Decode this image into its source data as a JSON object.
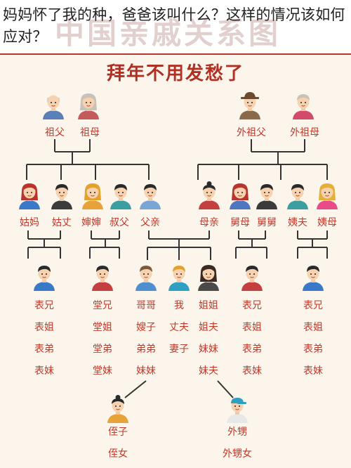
{
  "headline": "妈妈怀了我的种，爸爸该叫什么？这样的情况该如何应对？",
  "watermark": "中国亲戚关系图",
  "poster_title": "拜年不用发愁了",
  "grandparents": {
    "paternal_grandfather": "祖父",
    "paternal_grandmother": "祖母",
    "maternal_grandfather": "外祖父",
    "maternal_grandmother": "外祖母"
  },
  "parents_row": {
    "aunt_paternal": "姑妈",
    "aunt_husband": "姑丈",
    "uncle_wife": "婶婶",
    "uncle": "叔父",
    "father": "父亲",
    "mother": "母亲",
    "maternal_uncle_wife": "舅母",
    "maternal_uncle": "舅舅",
    "maternal_aunt_husband": "姨夫",
    "maternal_aunt": "姨母"
  },
  "cousins_left": [
    "表兄",
    "表姐",
    "表弟",
    "表妹"
  ],
  "cousins_tang": [
    "堂兄",
    "堂姐",
    "堂弟",
    "堂妹"
  ],
  "siblings_brother": [
    "哥哥",
    "嫂子",
    "弟弟",
    "妹妹"
  ],
  "siblings_me": [
    "我",
    "丈夫",
    "妻子"
  ],
  "siblings_sister": [
    "姐姐",
    "姐夫",
    "妹妹",
    "妹夫"
  ],
  "cousins_maternal_uncle": [
    "表兄",
    "表姐",
    "表弟",
    "表妹"
  ],
  "cousins_maternal_aunt": [
    "表兄",
    "表姐",
    "表弟",
    "表妹"
  ],
  "next_gen_left": [
    "侄子",
    "侄女"
  ],
  "next_gen_right": [
    "外甥",
    "外甥女"
  ],
  "colors": {
    "accent": "#c0392b",
    "title": "#b03024",
    "line": "#333333",
    "card": "#fbf5ec",
    "watermark": "#c9aaa5"
  },
  "avatars": [
    {
      "who": "paternal-grandfather",
      "shirt": "#5b7fb8",
      "hair": "#d9d2c8",
      "style": "bald"
    },
    {
      "who": "paternal-grandmother",
      "shirt": "#c45a5a",
      "hair": "#c9c2b8",
      "style": "long"
    },
    {
      "who": "maternal-grandfather",
      "shirt": "#8a6a4a",
      "hair": "#6b4a2e",
      "style": "hat"
    },
    {
      "who": "maternal-grandmother",
      "shirt": "#d24b6a",
      "hair": "#c9c2b8",
      "style": "short"
    },
    {
      "who": "aunt-paternal",
      "shirt": "#3a78c8",
      "hair": "#b8342c",
      "style": "long"
    },
    {
      "who": "aunt-husband",
      "shirt": "#3b3b3b",
      "hair": "#2a2a2a",
      "style": "short"
    },
    {
      "who": "uncle-wife",
      "shirt": "#e8a23a",
      "hair": "#e3a22e",
      "style": "long"
    },
    {
      "who": "uncle",
      "shirt": "#3b9ea0",
      "hair": "#2a2a2a",
      "style": "short"
    },
    {
      "who": "father",
      "shirt": "#7aa6d6",
      "hair": "#2a2a2a",
      "style": "short"
    },
    {
      "who": "mother",
      "shirt": "#c43f3f",
      "hair": "#2a2a2a",
      "style": "bun"
    },
    {
      "who": "maternal-uncle-wife",
      "shirt": "#4f77c0",
      "hair": "#b8342c",
      "style": "long"
    },
    {
      "who": "maternal-uncle",
      "shirt": "#3b3b3b",
      "hair": "#2a2a2a",
      "style": "short"
    },
    {
      "who": "maternal-aunt-husband",
      "shirt": "#3b9ea0",
      "hair": "#2a2a2a",
      "style": "short"
    },
    {
      "who": "maternal-aunt",
      "shirt": "#e84a8a",
      "hair": "#e3b03a",
      "style": "long"
    },
    {
      "who": "cousin-left",
      "shirt": "#3a78c8",
      "hair": "#2a2a2a",
      "style": "short"
    },
    {
      "who": "cousin-tang",
      "shirt": "#c43f3f",
      "hair": "#2a2a2a",
      "style": "short"
    },
    {
      "who": "brother",
      "shirt": "#4f8fd0",
      "hair": "#7a5a3a",
      "style": "short"
    },
    {
      "who": "me",
      "shirt": "#2f9fc2",
      "hair": "#e3a22e",
      "style": "short"
    },
    {
      "who": "sister",
      "shirt": "#4a4a4a",
      "hair": "#3a2a22",
      "style": "long"
    },
    {
      "who": "cousin-maternal-uncle",
      "shirt": "#c43f3f",
      "hair": "#2a2a2a",
      "style": "short"
    },
    {
      "who": "cousin-maternal-aunt",
      "shirt": "#3a78c8",
      "hair": "#2a2a2a",
      "style": "short"
    },
    {
      "who": "niece",
      "shirt": "#e8a23a",
      "hair": "#2a2a2a",
      "style": "bun"
    },
    {
      "who": "nephew",
      "shirt": "#e8e8e8",
      "hair": "#2f9fc2",
      "style": "cap"
    }
  ]
}
